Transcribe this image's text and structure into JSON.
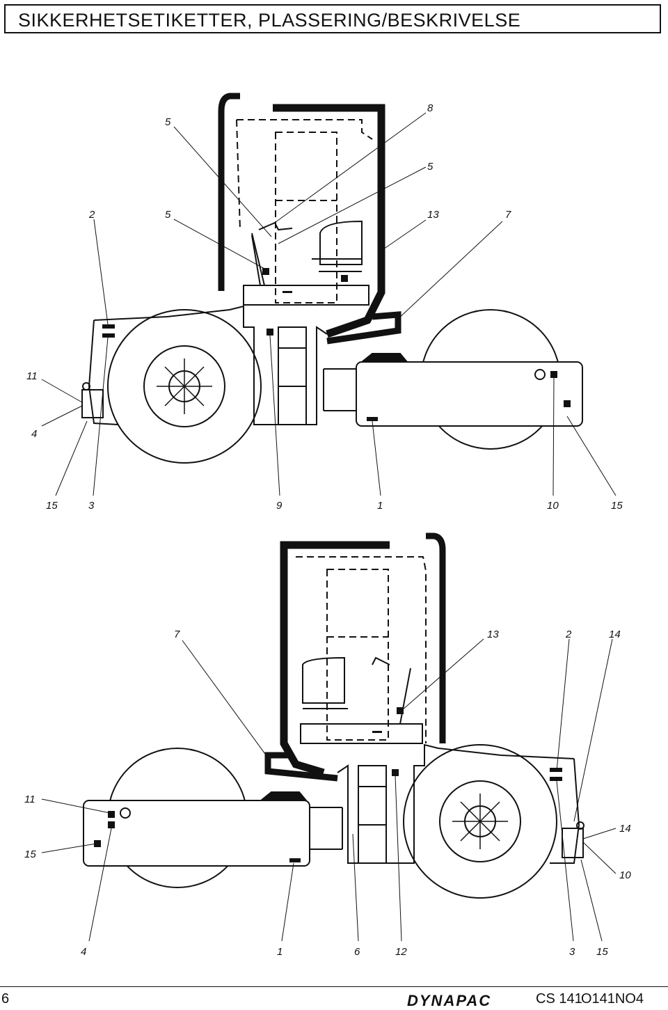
{
  "header": {
    "title": "SIKKERHETSETIKETTER,  PLASSERING/BESKRIVELSE"
  },
  "top_view": {
    "labels": [
      "5",
      "8",
      "5",
      "2",
      "5",
      "13",
      "7",
      "11",
      "4",
      "15",
      "3",
      "9",
      "1",
      "10",
      "15"
    ]
  },
  "bottom_view": {
    "labels": [
      "7",
      "13",
      "2",
      "14",
      "11",
      "14",
      "15",
      "10",
      "4",
      "1",
      "6",
      "12",
      "3",
      "15"
    ]
  },
  "footer": {
    "page_number": "6",
    "brand": "DYNAPAC",
    "model": "CS 141",
    "doc_code": "O141NO4"
  }
}
